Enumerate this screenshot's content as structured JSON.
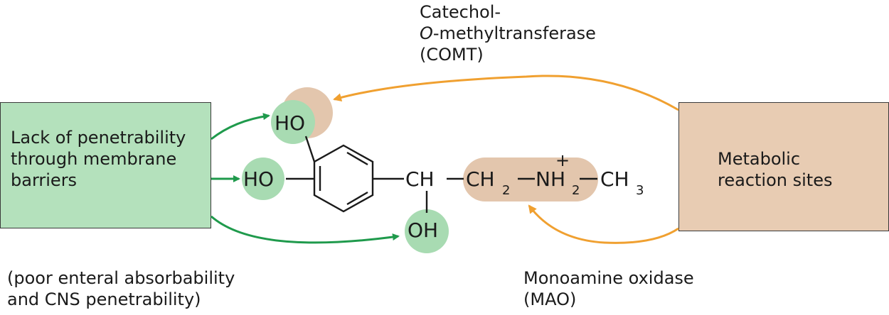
{
  "comt": {
    "line1": "Catechol-",
    "line2_prefix": "O",
    "line2_rest": "-methyltransferase",
    "line3": "(COMT)"
  },
  "left_box": {
    "line1": "Lack of penetrability",
    "line2": "through membrane",
    "line3": "barriers"
  },
  "right_box": {
    "line1": "Metabolic",
    "line2": "reaction sites"
  },
  "bottom_left": {
    "line1": "(poor enteral absorbability",
    "line2": "and CNS penetrability)"
  },
  "mao": {
    "line1": "Monoamine oxidase",
    "line2": "(MAO)"
  },
  "molecule": {
    "ho_top": "HO",
    "ho_left": "HO",
    "ch": "CH",
    "ch2": "CH",
    "ch2_sub": "2",
    "nh2": "NH",
    "nh2_sub": "2",
    "nh2_charge": "+",
    "ch3": "CH",
    "ch3_sub": "3",
    "oh": "OH"
  },
  "colors": {
    "green_fill": "#b4e1bc",
    "green_circle": "#a8dbb2",
    "green_arrow": "#1f9a4c",
    "tan_fill": "#e8ccb3",
    "tan_highlight": "#e3c6ad",
    "orange_arrow": "#f0a030"
  }
}
